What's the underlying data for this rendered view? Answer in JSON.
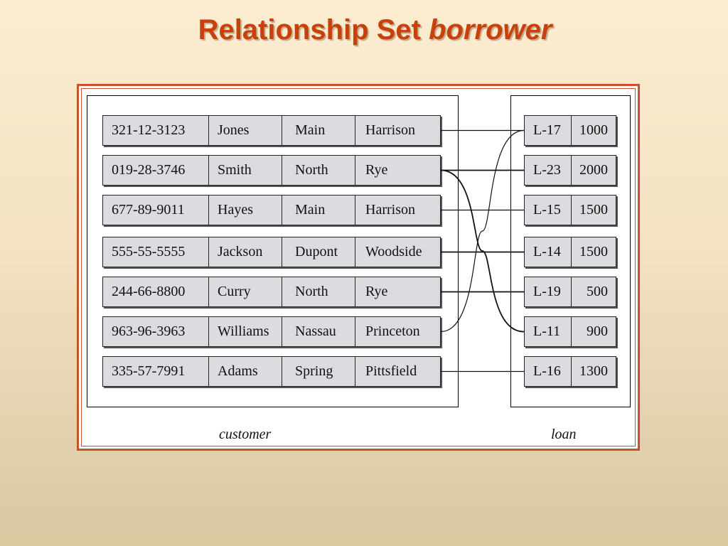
{
  "title": {
    "main": "Relationship Set",
    "emphasis": "borrower"
  },
  "customer_label": "customer",
  "loan_label": "loan",
  "customers": [
    {
      "id": "321-12-3123",
      "name": "Jones",
      "street": "Main",
      "city": "Harrison"
    },
    {
      "id": "019-28-3746",
      "name": "Smith",
      "street": "North",
      "city": "Rye"
    },
    {
      "id": "677-89-9011",
      "name": "Hayes",
      "street": "Main",
      "city": "Harrison"
    },
    {
      "id": "555-55-5555",
      "name": "Jackson",
      "street": "Dupont",
      "city": "Woodside"
    },
    {
      "id": "244-66-8800",
      "name": "Curry",
      "street": "North",
      "city": "Rye"
    },
    {
      "id": "963-96-3963",
      "name": "Williams",
      "street": "Nassau",
      "city": "Princeton"
    },
    {
      "id": "335-57-7991",
      "name": "Adams",
      "street": "Spring",
      "city": "Pittsfield"
    }
  ],
  "loans": [
    {
      "number": "L-17",
      "amount": "1000"
    },
    {
      "number": "L-23",
      "amount": "2000"
    },
    {
      "number": "L-15",
      "amount": "1500"
    },
    {
      "number": "L-14",
      "amount": "1500"
    },
    {
      "number": "L-19",
      "amount": "500"
    },
    {
      "number": "L-11",
      "amount": "900"
    },
    {
      "number": "L-16",
      "amount": "1300"
    }
  ],
  "borrower_links": [
    {
      "customer": "321-12-3123",
      "loan": "L-17"
    },
    {
      "customer": "019-28-3746",
      "loan": "L-23"
    },
    {
      "customer": "019-28-3746",
      "loan": "L-11"
    },
    {
      "customer": "677-89-9011",
      "loan": "L-15"
    },
    {
      "customer": "555-55-5555",
      "loan": "L-14"
    },
    {
      "customer": "244-66-8800",
      "loan": "L-19"
    },
    {
      "customer": "963-96-3963",
      "loan": "L-17"
    },
    {
      "customer": "335-57-7991",
      "loan": "L-16"
    }
  ],
  "colors": {
    "title": "#c8400c",
    "frame": "#c8522a",
    "row_fill": "#dcdce0"
  }
}
